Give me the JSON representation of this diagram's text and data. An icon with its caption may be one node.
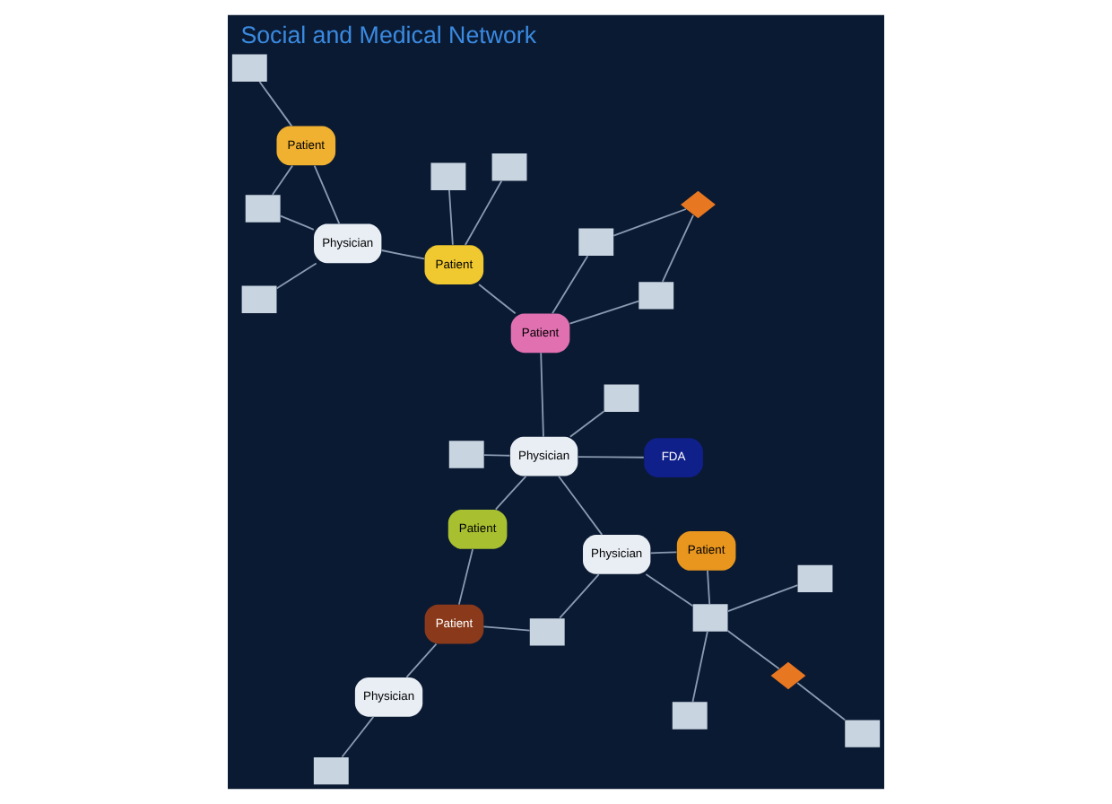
{
  "diagram": {
    "title": "Social and Medical Network",
    "nodes": [
      {
        "text": [],
        "shape": "box"
      },
      {
        "text": [
          "Patient"
        ]
      },
      {
        "text": [],
        "shape": "box"
      },
      {
        "text": [],
        "shape": "diamond"
      },
      {
        "text": [],
        "shape": "box"
      },
      {
        "text": [],
        "shape": "box"
      },
      {
        "text": [
          "Physician"
        ]
      },
      {
        "text": [],
        "shape": "box"
      },
      {
        "text": [
          "Physician"
        ]
      },
      {
        "text": [],
        "shape": "box"
      },
      {
        "text": [],
        "shape": "box"
      },
      {
        "text": [
          "Patient"
        ]
      },
      {
        "text": [],
        "shape": "box"
      },
      {
        "text": [
          "Patient"
        ]
      },
      {
        "text": [
          "Physician"
        ]
      },
      {
        "text": [],
        "shape": "box"
      },
      {
        "text": [
          "FDA"
        ]
      },
      {
        "text": [
          "Patient"
        ]
      },
      {
        "text": [
          "Physician"
        ]
      },
      {
        "text": [],
        "shape": "box"
      },
      {
        "text": [
          "Patient"
        ]
      },
      {
        "text": [],
        "shape": "box"
      },
      {
        "text": [],
        "shape": "box"
      },
      {
        "text": [
          "Patient"
        ]
      },
      {
        "text": [],
        "shape": "box"
      },
      {
        "text": [],
        "shape": "box"
      },
      {
        "text": [],
        "shape": "diamond"
      },
      {
        "text": [],
        "shape": "box"
      }
    ],
    "edges": [
      {
        "from": 0,
        "to": 4,
        "arrow": "none"
      },
      {
        "from": 2,
        "to": 3,
        "arrow": "none"
      },
      {
        "from": 3,
        "to": 4,
        "arrow": "none"
      },
      {
        "from": 4,
        "to": 1,
        "arrow": "none"
      },
      {
        "from": 4,
        "to": 8,
        "arrow": "none"
      },
      {
        "from": 4,
        "to": 12,
        "arrow": "none"
      },
      {
        "from": 1,
        "to": 8,
        "arrow": "none"
      },
      {
        "from": 8,
        "to": 9,
        "arrow": "none"
      },
      {
        "from": 8,
        "to": 18,
        "arrow": "none"
      },
      {
        "from": 9,
        "to": 13,
        "arrow": "none"
      },
      {
        "from": 6,
        "to": 5,
        "arrow": "none"
      },
      {
        "from": 6,
        "to": 13,
        "arrow": "none"
      },
      {
        "from": 10,
        "to": 11,
        "arrow": "none"
      },
      {
        "from": 10,
        "to": 14,
        "arrow": "none"
      },
      {
        "from": 11,
        "to": 14,
        "arrow": "none"
      },
      {
        "from": 11,
        "to": 7,
        "arrow": "none"
      },
      {
        "from": 14,
        "to": 15,
        "arrow": "none"
      },
      {
        "from": 14,
        "to": 20,
        "arrow": "none"
      },
      {
        "from": 13,
        "to": 17,
        "arrow": "none"
      },
      {
        "from": 18,
        "to": 16,
        "arrow": "none"
      },
      {
        "from": 18,
        "to": 17,
        "arrow": "none"
      },
      {
        "from": 18,
        "to": 19,
        "arrow": "none"
      },
      {
        "from": 18,
        "to": 22,
        "arrow": "none"
      },
      {
        "from": 18,
        "to": 23,
        "arrow": "none"
      },
      {
        "from": 23,
        "to": 20,
        "arrow": "none"
      },
      {
        "from": 20,
        "to": 21,
        "arrow": "none"
      },
      {
        "from": 20,
        "to": 24,
        "arrow": "none"
      },
      {
        "from": 23,
        "to": 27,
        "arrow": "none"
      },
      {
        "from": 23,
        "to": 25,
        "arrow": "none"
      },
      {
        "from": 25,
        "to": 26,
        "arrow": "none"
      },
      {
        "from": 26,
        "to": 27,
        "arrow": "none"
      }
    ]
  }
}
